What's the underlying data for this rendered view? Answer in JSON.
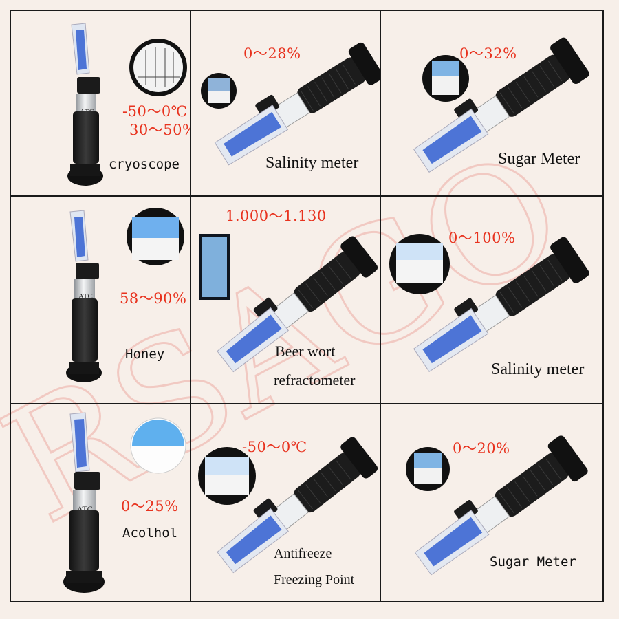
{
  "watermark": {
    "text": "RSAGO",
    "color": "#f2c4bd"
  },
  "colors": {
    "range_red": "#e8321e",
    "scope_blue": "#4d74d6",
    "grid_line": "#1a1a1a",
    "background": "#f7efe9"
  },
  "brand_mark": "ATC",
  "cells": [
    {
      "ranges": [
        "-50～0℃",
        "30～50%"
      ],
      "name": "cryoscope"
    },
    {
      "ranges": [
        "0～28%"
      ],
      "name": "Salinity meter"
    },
    {
      "ranges": [
        "0～32%"
      ],
      "name": "Sugar Meter"
    },
    {
      "ranges": [
        "58～90%"
      ],
      "name": "Honey"
    },
    {
      "ranges": [
        "1.000～1.130"
      ],
      "name_lines": [
        "Beer wort",
        "refractometer"
      ]
    },
    {
      "ranges": [
        "0～100%"
      ],
      "name": "Salinity meter"
    },
    {
      "ranges": [
        "0～25%"
      ],
      "name": "Acolhol"
    },
    {
      "ranges": [
        "-50～0℃"
      ],
      "name_lines": [
        "Antifreeze",
        "Freezing Point"
      ]
    },
    {
      "ranges": [
        "0～20%"
      ],
      "name": "Sugar Meter"
    }
  ]
}
